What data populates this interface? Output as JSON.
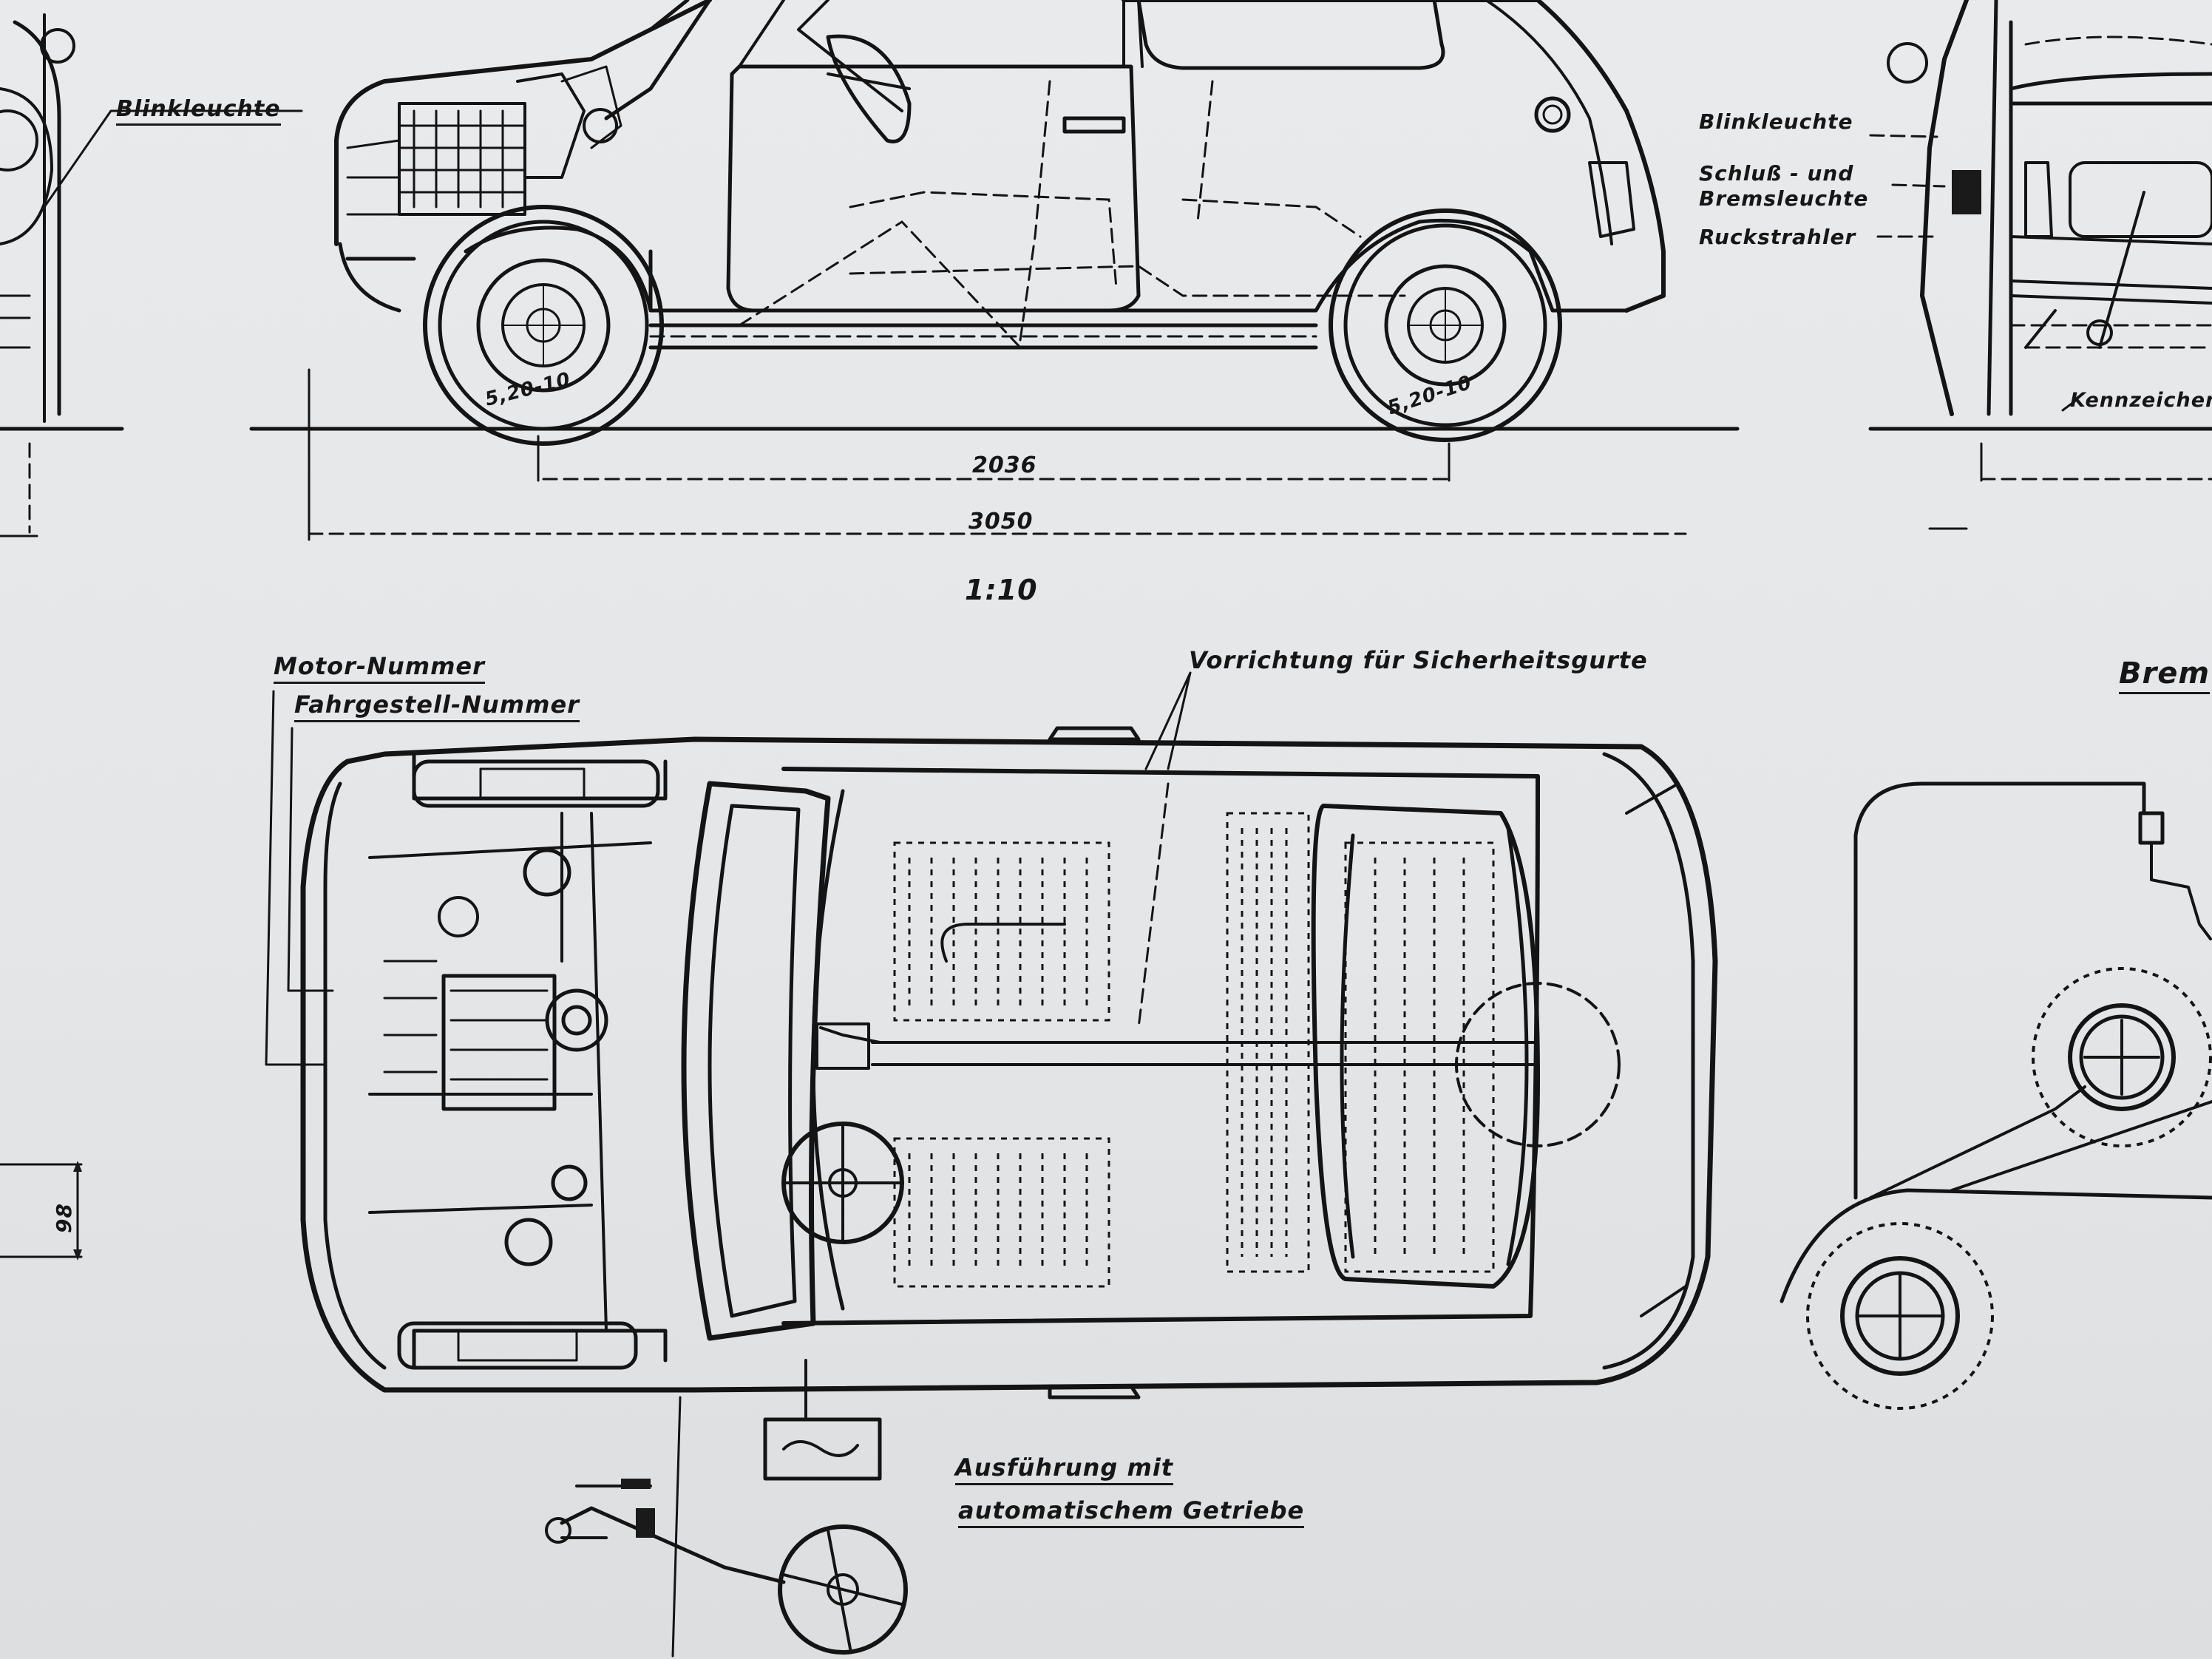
{
  "labels": {
    "blinkleuchte_left": "Blinkleuchte",
    "blinkleuchte_right": "Blinkleuchte",
    "schluss_und": "Schluß - und",
    "bremsleuchte": "Bremsleuchte",
    "ruckstrahler": "Ruckstrahler",
    "kennzeichen": "Kennzeichen",
    "motor_nummer": "Motor-Nummer",
    "fahrgestell_nummer": "Fahrgestell-Nummer",
    "vorrichtung": "Vorrichtung für Sicherheitsgurte",
    "brem": "Brem",
    "ausfuhrung_line1": "Ausführung mit",
    "ausfuhrung_line2": "automatischem Getriebe"
  },
  "dimensions": {
    "tire_front": "5,20-10",
    "tire_rear": "5,20-10",
    "wheelbase": "2036",
    "overall_length": "3050",
    "scale": "1:10",
    "left_dim": "98"
  }
}
